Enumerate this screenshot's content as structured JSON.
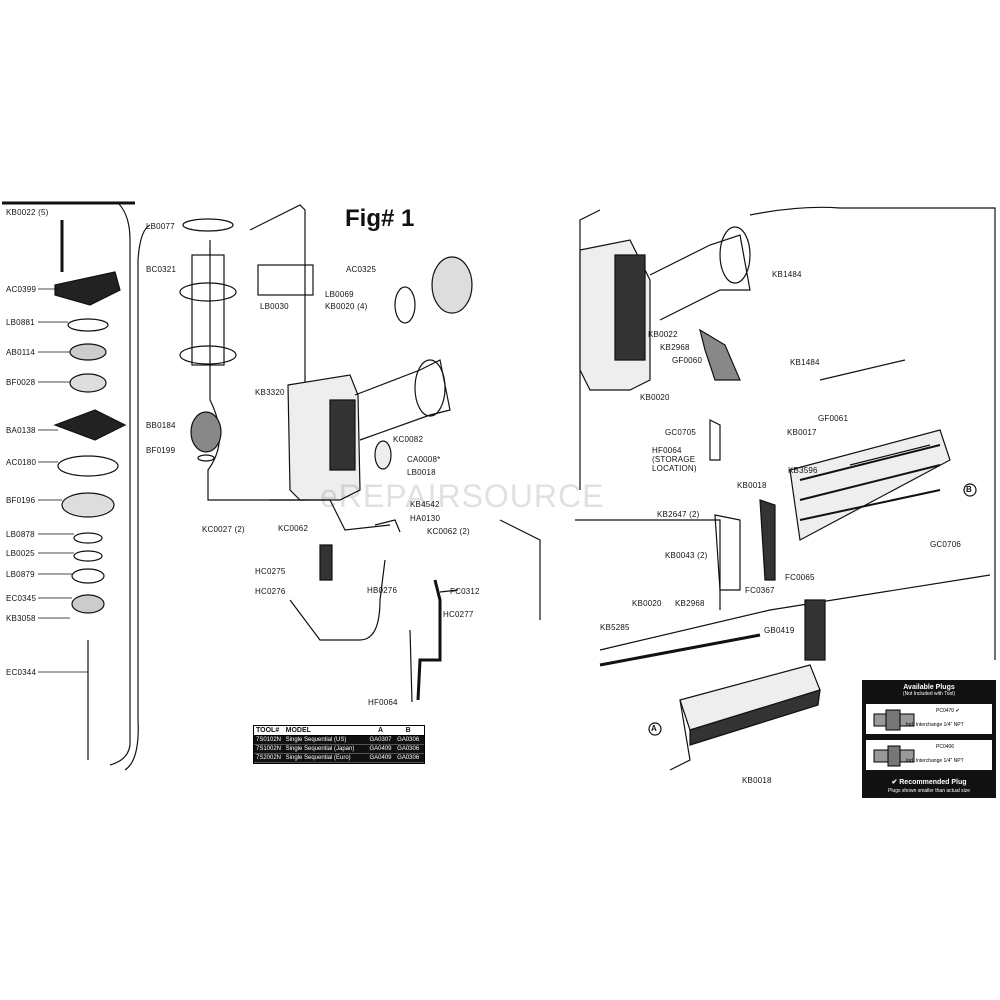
{
  "figure_title": "Fig# 1",
  "watermark": "eREPAIRSOURCE",
  "left_column_parts": [
    "KB0022 (5)",
    "AC0399",
    "LB0881",
    "AB0114",
    "BF0028",
    "BA0138",
    "AC0180",
    "BF0196",
    "LB0878",
    "LB0025",
    "LB0879",
    "EC0345",
    "KB3058",
    "EC0344"
  ],
  "center_parts": [
    "LB0077",
    "BC0321",
    "LB0030",
    "BB0184",
    "BF0199",
    "KB3320",
    "AC0325",
    "LB0069",
    "KB0020 (4)",
    "KC0082",
    "CA0008*",
    "LB0018",
    "KB4542",
    "HA0130",
    "KC0062 (2)",
    "KC0027 (2)",
    "KC0062",
    "HC0275",
    "HC0276",
    "HB0276",
    "FC0312",
    "HC0277",
    "HF0064"
  ],
  "right_parts": [
    "KB1484",
    "KB0022",
    "KB2968",
    "GF0060",
    "KB1484",
    "KB0020",
    "GF0061",
    "GC0705",
    "KB0017",
    "HF0064 (STORAGE LOCATION)",
    "KB3596",
    "KB0018",
    "KB2647 (2)",
    "KB0043 (2)",
    "FC0065",
    "GC0706",
    "KB0020",
    "KB2968",
    "FC0367",
    "KB5285",
    "GB0419",
    "KB0018"
  ],
  "callouts": {
    "a": "A",
    "b": "B"
  },
  "tool_table": {
    "headers": [
      "TOOL#",
      "MODEL",
      "A",
      "B"
    ],
    "rows": [
      [
        "7S0102N",
        "Single Sequential (US)",
        "GA0307",
        "GA0306"
      ],
      [
        "7S1002N",
        "Single Sequential (Japan)",
        "GA0409",
        "GA0306"
      ],
      [
        "7S2002N",
        "Single Sequential (Euro)",
        "GA0409",
        "GA0306"
      ]
    ]
  },
  "plugs_box": {
    "title": "Available Plugs",
    "subtitle": "(Not Included with Tool)",
    "plug1": "PC0470 ✔",
    "plug1_note": "Ind. Interchange 1/4\" NPT",
    "plug2": "PC0406",
    "plug2_note": "Ind. Interchange 1/4\" NPT",
    "recommended": "✔ Recommended Plug",
    "note": "Plugs shown smaller than actual size"
  }
}
